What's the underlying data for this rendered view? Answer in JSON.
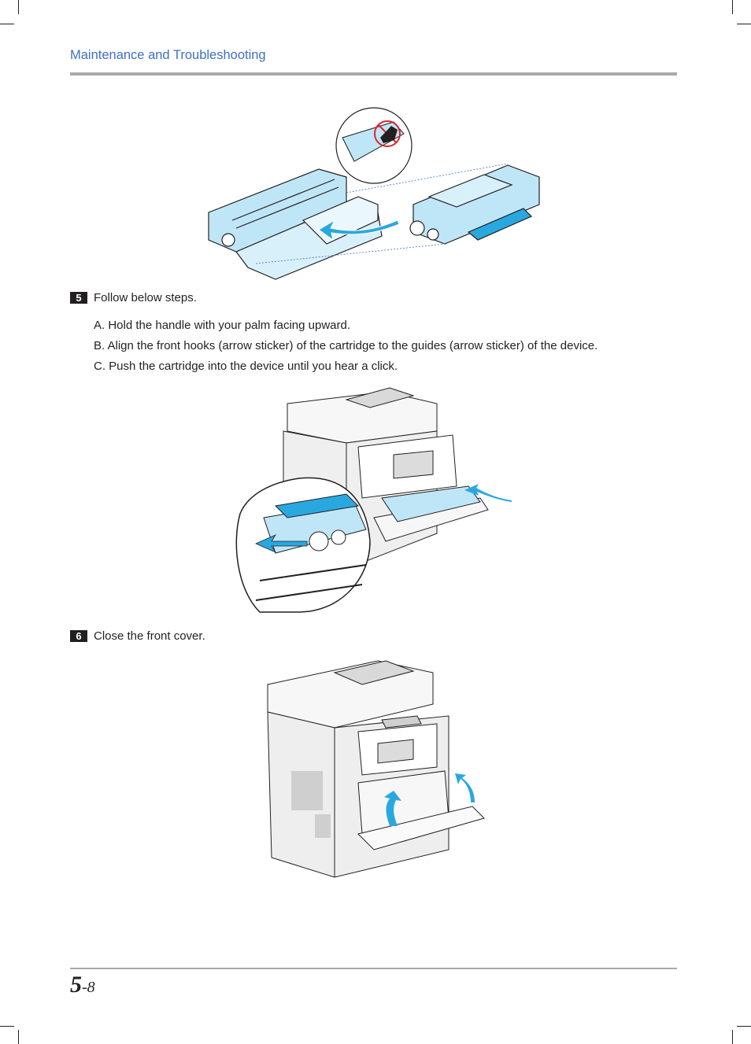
{
  "header": {
    "title": "Maintenance and Troubleshooting"
  },
  "steps": [
    {
      "number": "5",
      "text": "Follow below steps.",
      "substeps": [
        "A. Hold the handle with your palm facing upward.",
        "B. Align the front hooks (arrow sticker) of the cartridge to the guides (arrow sticker) of the device.",
        "C. Push the cartridge into the device until you hear a click."
      ]
    },
    {
      "number": "6",
      "text": "Close the front cover."
    }
  ],
  "footer": {
    "chapter": "5",
    "separator": "-",
    "page": "8"
  },
  "colors": {
    "accent": "#3f6fc4",
    "cartridge": "#bfe6f7",
    "arrow": "#29a8e0",
    "rule": "#a7a9ac"
  }
}
